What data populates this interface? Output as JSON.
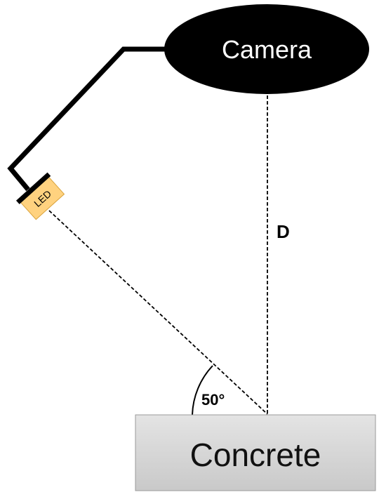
{
  "diagram": {
    "camera_label": "Camera",
    "led_label": "LED",
    "distance_label": "D",
    "angle_label": "50°",
    "surface_label": "Concrete"
  },
  "colors": {
    "camera_fill": "#000000",
    "led_fill": "#FFD27F",
    "concrete_fill": "#D6D6D6",
    "arm": "#000000"
  }
}
